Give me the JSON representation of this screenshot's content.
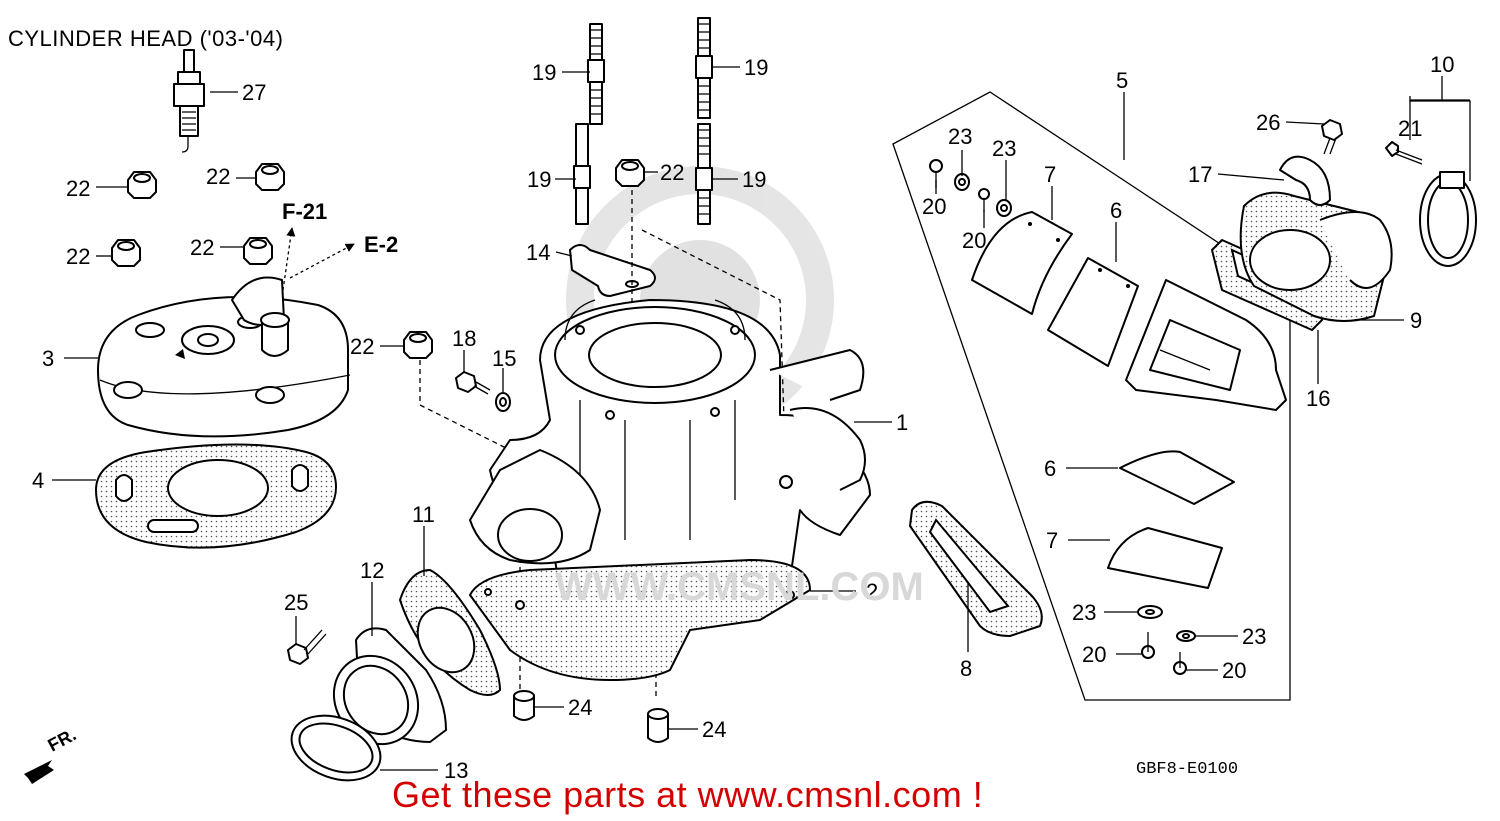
{
  "title": "CYLINDER HEAD ('03-'04)",
  "diagram_code": "GBF8-E0100",
  "banner": "Get these parts at www.cmsnl.com !",
  "watermark": "WWW.CMSNL.COM",
  "direction_label": "FR.",
  "refs": {
    "f21": "F-21",
    "e2": "E-2"
  },
  "callouts": [
    {
      "id": "c27a",
      "text": "27"
    },
    {
      "id": "c22a",
      "text": "22"
    },
    {
      "id": "c22b",
      "text": "22"
    },
    {
      "id": "c22c",
      "text": "22"
    },
    {
      "id": "c22d",
      "text": "22"
    },
    {
      "id": "c3",
      "text": "3"
    },
    {
      "id": "c4",
      "text": "4"
    },
    {
      "id": "c19a",
      "text": "19"
    },
    {
      "id": "c19b",
      "text": "19"
    },
    {
      "id": "c19c",
      "text": "19"
    },
    {
      "id": "c19d",
      "text": "19"
    },
    {
      "id": "c22e",
      "text": "22"
    },
    {
      "id": "c14",
      "text": "14"
    },
    {
      "id": "c22f",
      "text": "22"
    },
    {
      "id": "c18",
      "text": "18"
    },
    {
      "id": "c15",
      "text": "15"
    },
    {
      "id": "c1",
      "text": "1"
    },
    {
      "id": "c2",
      "text": "2"
    },
    {
      "id": "c11",
      "text": "11"
    },
    {
      "id": "c12",
      "text": "12"
    },
    {
      "id": "c25",
      "text": "25"
    },
    {
      "id": "c13",
      "text": "13"
    },
    {
      "id": "c24a",
      "text": "24"
    },
    {
      "id": "c24b",
      "text": "24"
    },
    {
      "id": "c5",
      "text": "5"
    },
    {
      "id": "c23a",
      "text": "23"
    },
    {
      "id": "c23b",
      "text": "23"
    },
    {
      "id": "c20a",
      "text": "20"
    },
    {
      "id": "c20b",
      "text": "20"
    },
    {
      "id": "c7a",
      "text": "7"
    },
    {
      "id": "c6a",
      "text": "6"
    },
    {
      "id": "c6b",
      "text": "6"
    },
    {
      "id": "c7b",
      "text": "7"
    },
    {
      "id": "c23c",
      "text": "23"
    },
    {
      "id": "c23d",
      "text": "23"
    },
    {
      "id": "c20c",
      "text": "20"
    },
    {
      "id": "c20d",
      "text": "20"
    },
    {
      "id": "c8",
      "text": "8"
    },
    {
      "id": "c26",
      "text": "26"
    },
    {
      "id": "c10",
      "text": "10"
    },
    {
      "id": "c21",
      "text": "21"
    },
    {
      "id": "c17",
      "text": "17"
    },
    {
      "id": "c9",
      "text": "9"
    },
    {
      "id": "c16",
      "text": "16"
    }
  ]
}
